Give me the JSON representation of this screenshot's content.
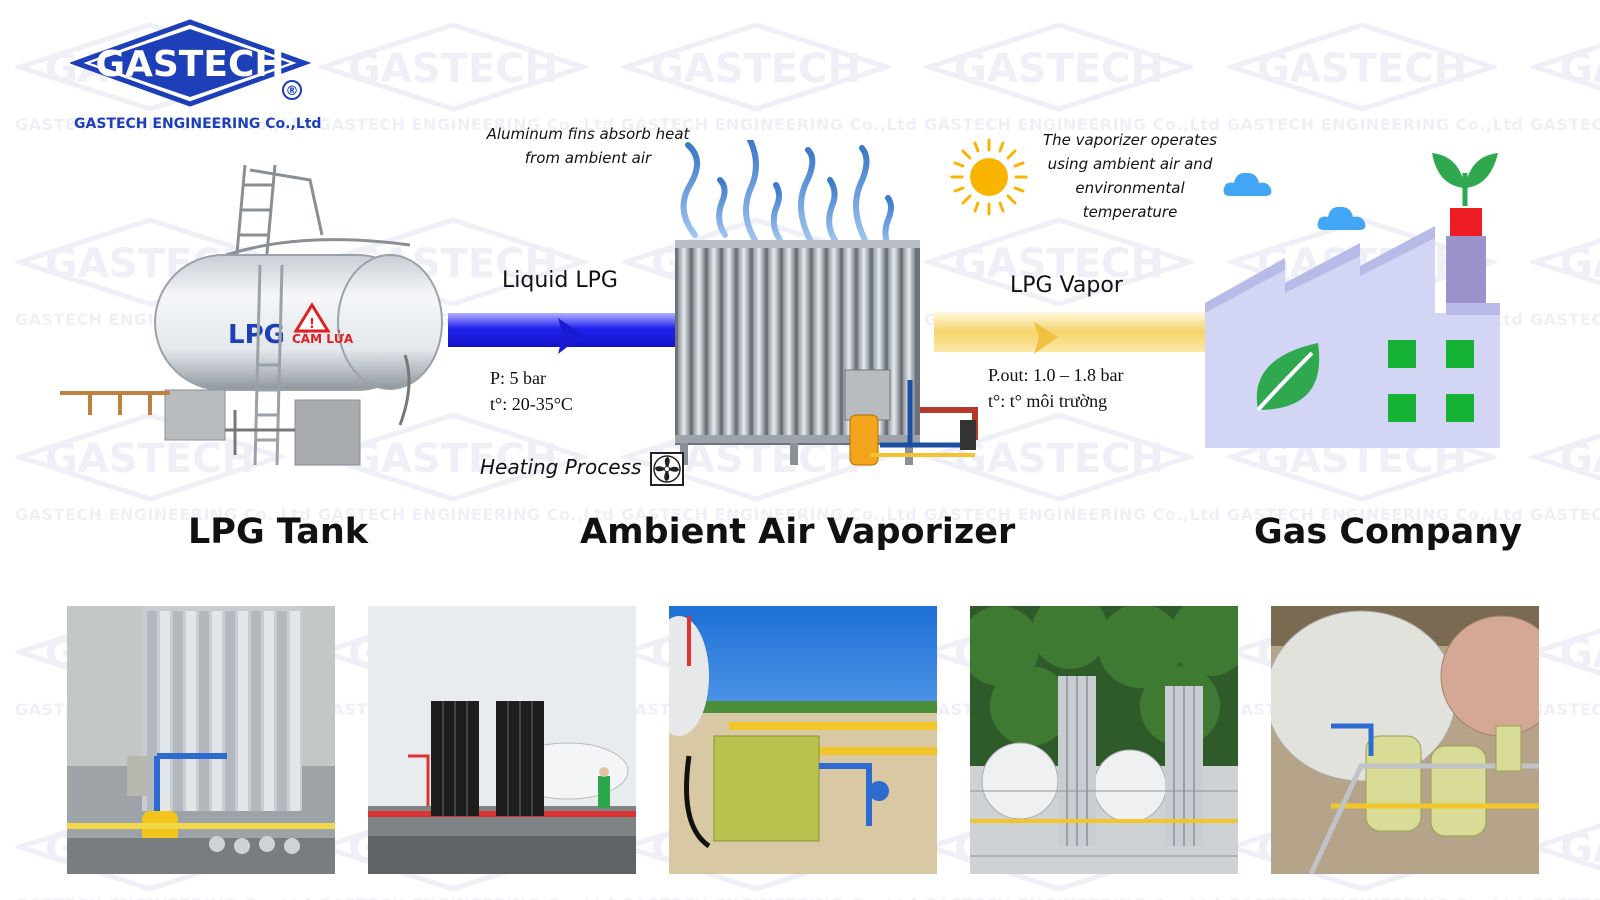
{
  "brand": {
    "logo_text": "GASTECH",
    "registered_mark": "®",
    "company": "GASTECH ENGINEERING Co.,Ltd"
  },
  "notes": {
    "fins": [
      "Aluminum fins absorb heat",
      "from ambient air"
    ],
    "operation": [
      "The vaporizer operates",
      "using ambient air and",
      "environmental",
      "temperature"
    ]
  },
  "flows": {
    "liquid": {
      "label": "Liquid LPG",
      "params": [
        "P: 5 bar",
        "t°: 20-35°C"
      ]
    },
    "vapor": {
      "label": "LPG Vapor",
      "params": [
        "P.out: 1.0 – 1.8 bar",
        "t°: t° môi trường"
      ]
    }
  },
  "tank": {
    "label_lpg": "LPG",
    "label_warning": "CẤM LỬA"
  },
  "process_label": "Heating Process",
  "sections": {
    "tank": "LPG Tank",
    "vaporizer": "Ambient Air Vaporizer",
    "company": "Gas Company"
  },
  "photos": [
    {
      "subject": "vaporizer-installation-1"
    },
    {
      "subject": "black-vaporizers-tank-yard"
    },
    {
      "subject": "pressure-regulator-station"
    },
    {
      "subject": "vaporizers-with-spherical-tanks"
    },
    {
      "subject": "vaporizer-skid-beside-tanks"
    }
  ],
  "colors": {
    "brand_blue": "#1d3fb8",
    "liquid_arrow": "#2323f0",
    "vapor_arrow": "#f5d46a",
    "factory": "#d3d5f5",
    "chimney_red": "#ee1c24",
    "leaf_green": "#2fa84f",
    "window_green": "#16b235",
    "sun": "#f8b400",
    "cloud": "#42a5f5"
  }
}
